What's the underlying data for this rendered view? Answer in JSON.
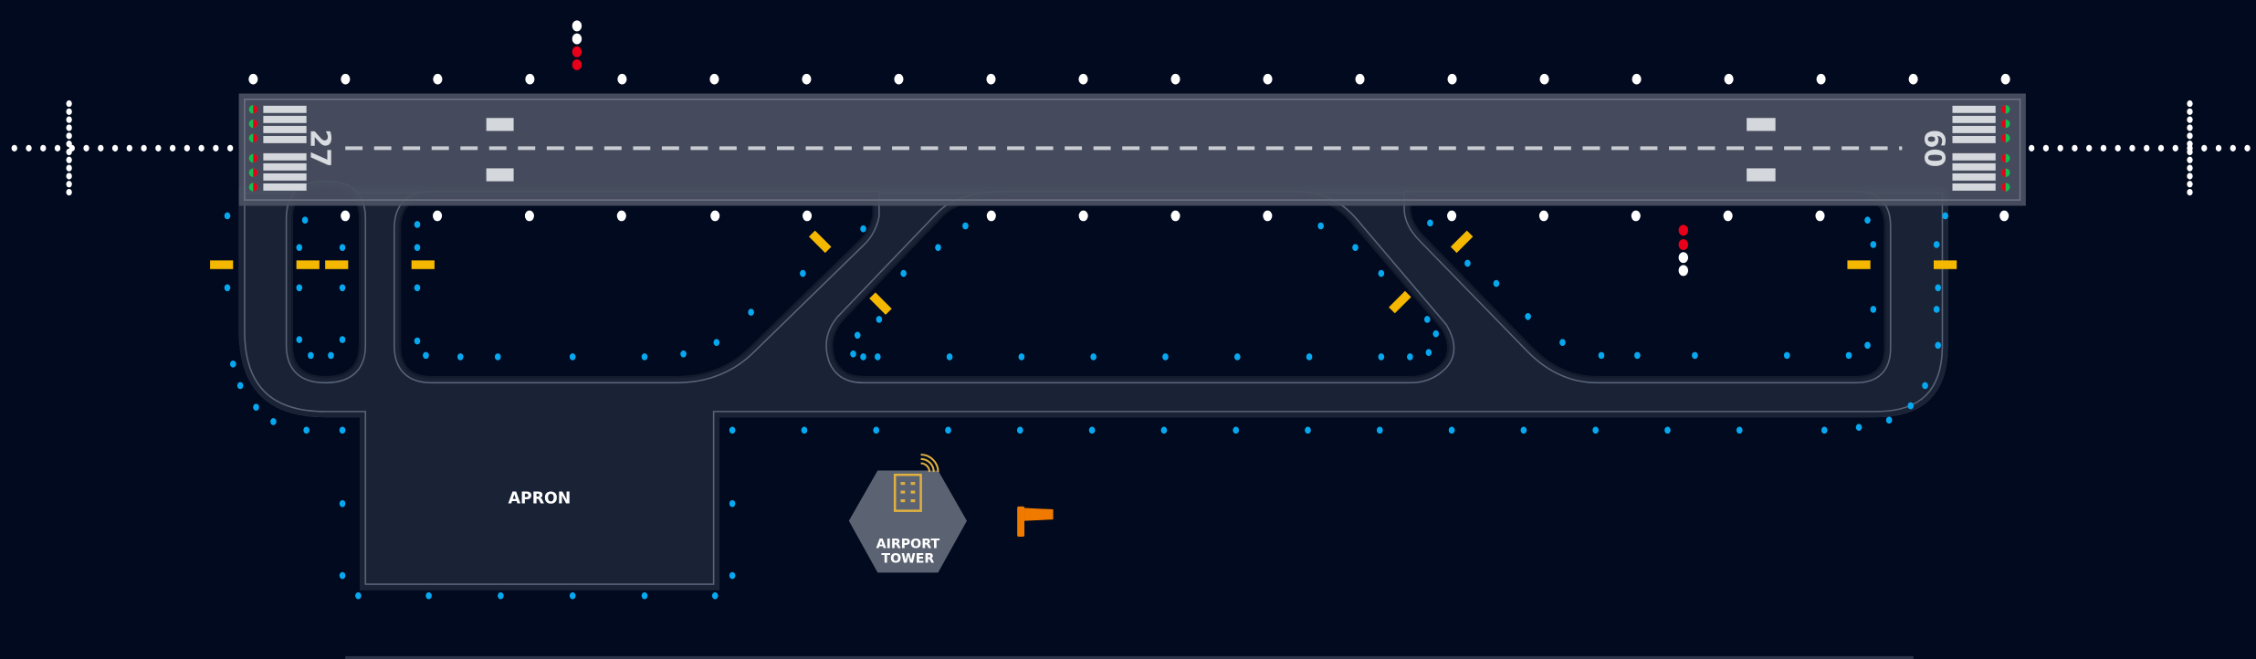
{
  "colors": {
    "background": "#010a1e",
    "pavement": "#1a2336",
    "runway": "#4a5161",
    "outline": "#596378",
    "edge_light": "#ffffff",
    "taxi_light": "#08a8f0",
    "hold_bar": "#f5b800",
    "stop_light": "#e8001a",
    "threshold_green": "#10c050",
    "tower_body": "#5b6373",
    "tower_icon": "#e0b040",
    "windsock": "#f07a00"
  },
  "runway": {
    "left_designator": "27",
    "right_designator": "09"
  },
  "apron": {
    "label": "APRON"
  },
  "tower": {
    "line1": "AIRPORT",
    "line2": "TOWER"
  }
}
